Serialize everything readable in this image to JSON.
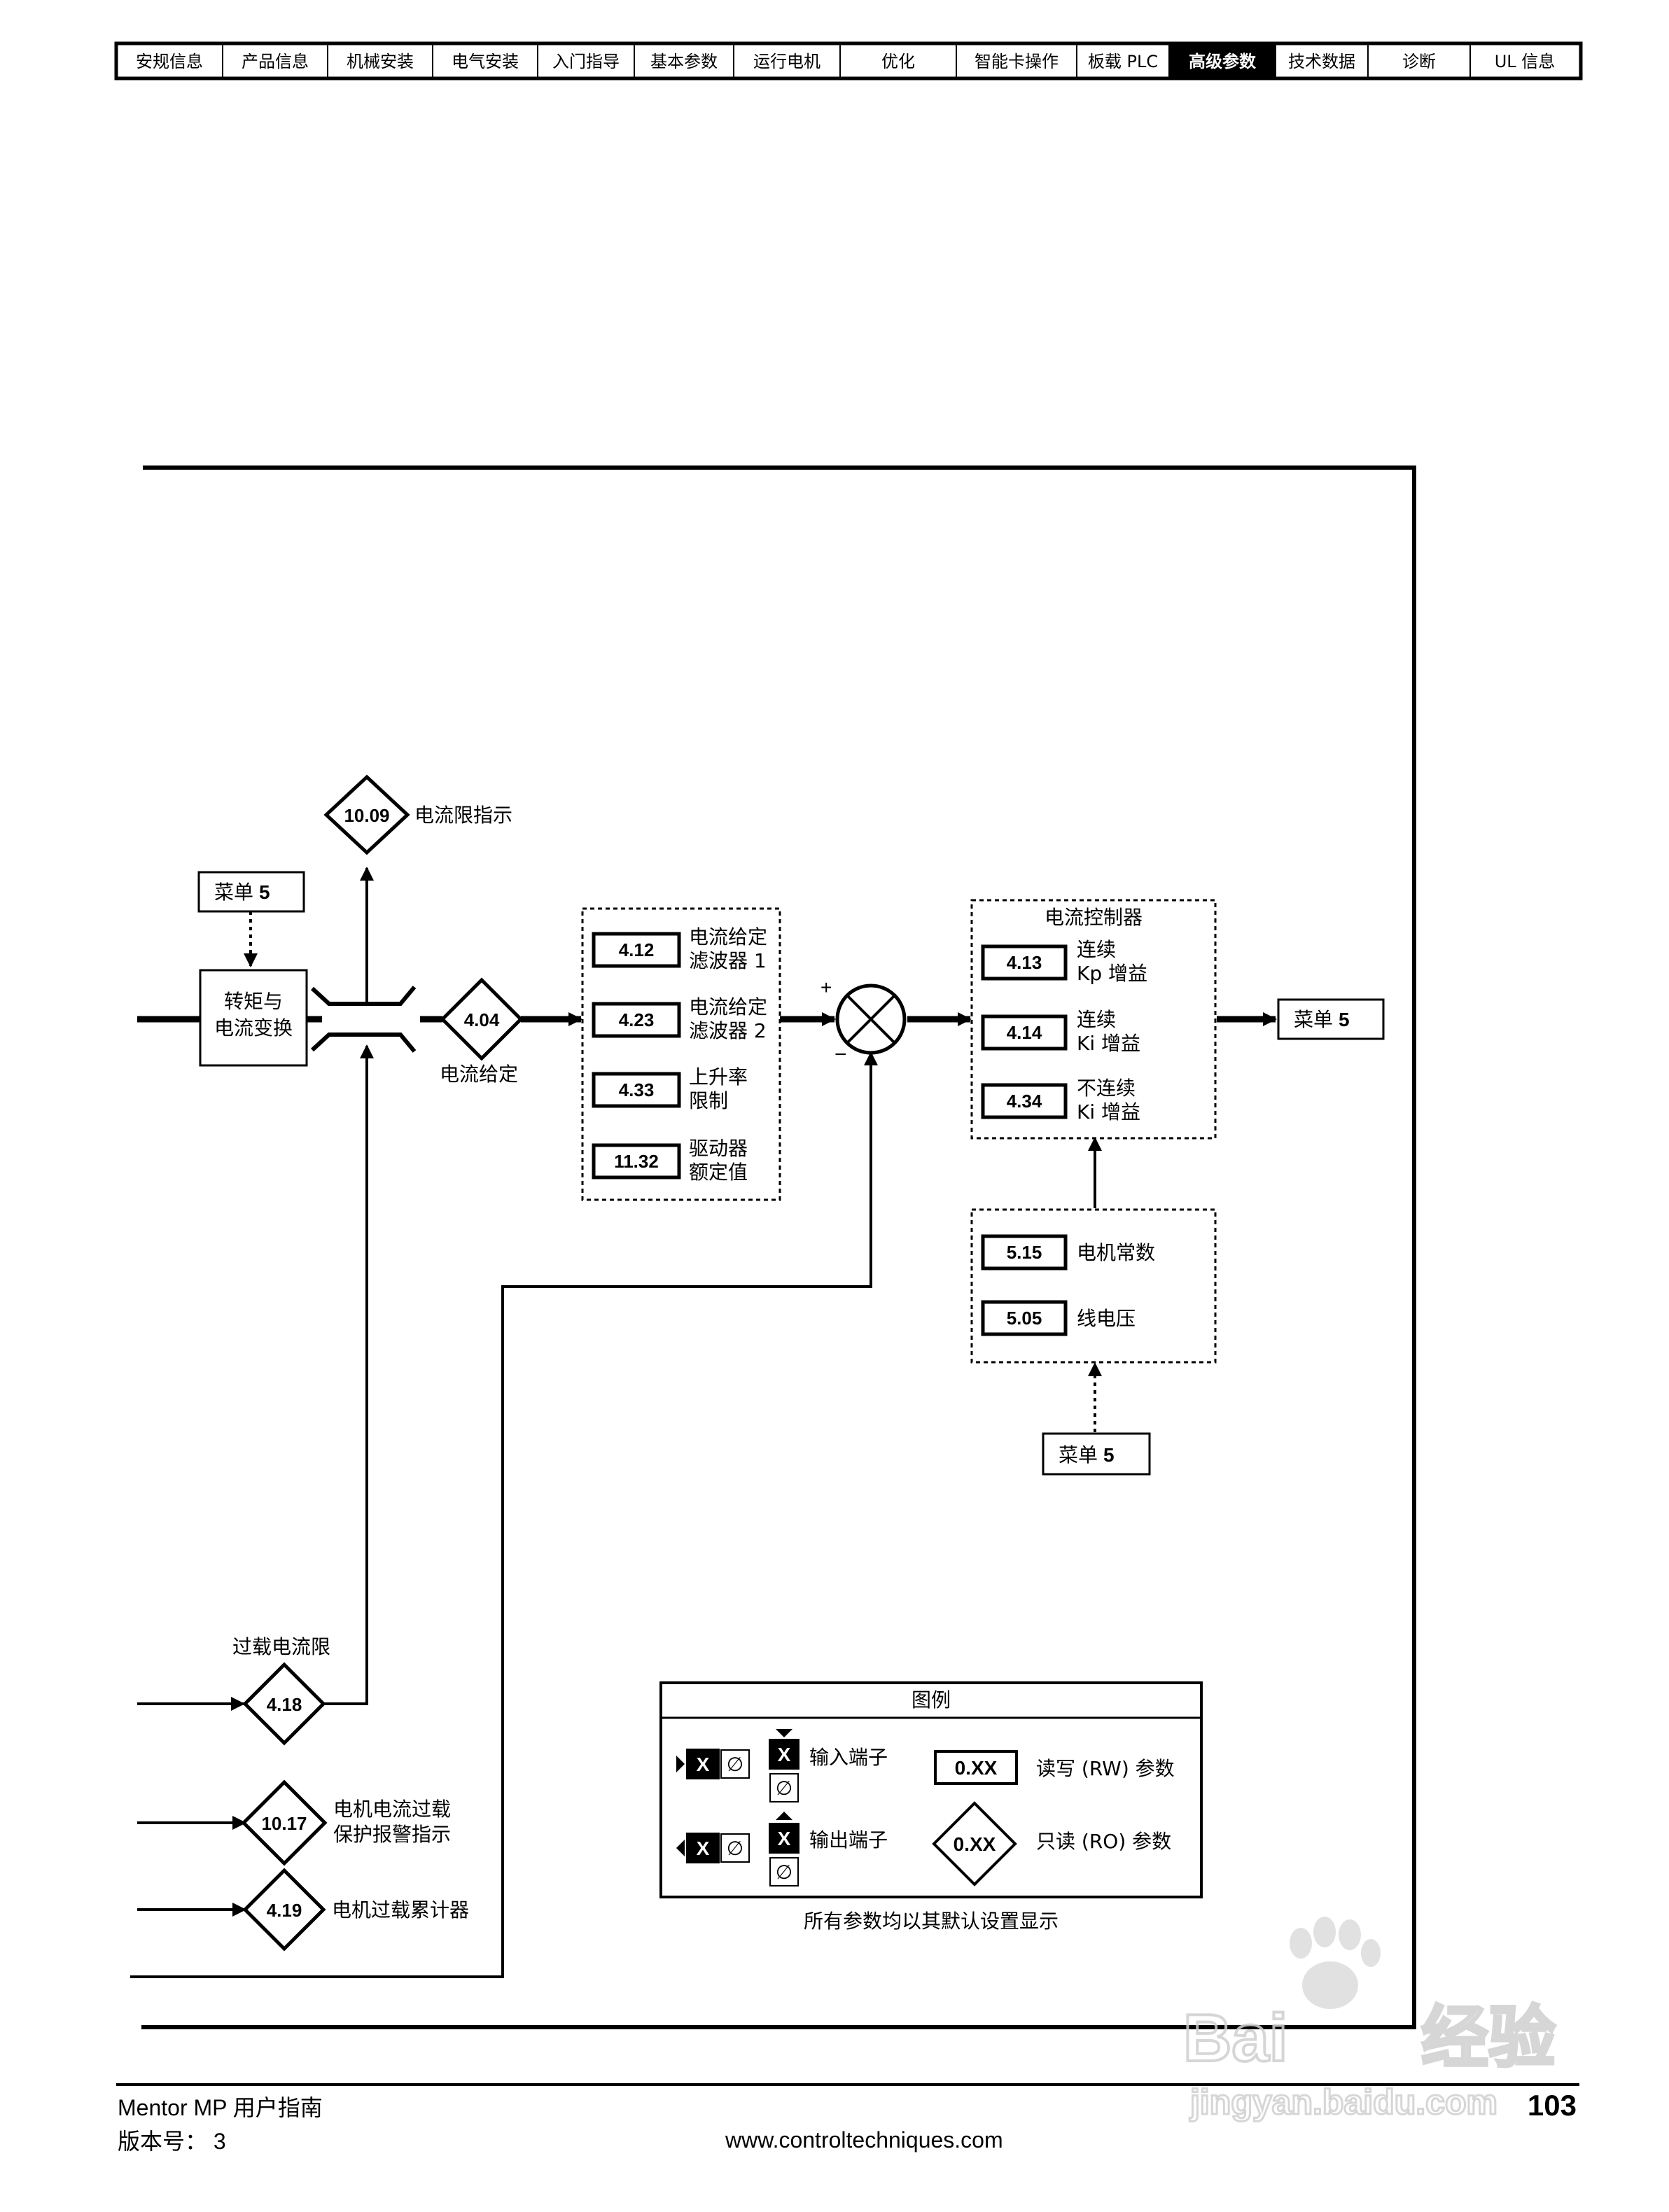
{
  "nav": {
    "tabs": [
      {
        "label": "安规信息",
        "active": false
      },
      {
        "label": "产品信息",
        "active": false
      },
      {
        "label": "机械安装",
        "active": false
      },
      {
        "label": "电气安装",
        "active": false
      },
      {
        "label": "入门指导",
        "active": false
      },
      {
        "label": "基本参数",
        "active": false
      },
      {
        "label": "运行电机",
        "active": false
      },
      {
        "label": "优化",
        "active": false
      },
      {
        "label": "智能卡操作",
        "active": false
      },
      {
        "label": "板载 PLC",
        "active": false
      },
      {
        "label": "高级参数",
        "active": true
      },
      {
        "label": "技术数据",
        "active": false
      },
      {
        "label": "诊断",
        "active": false
      },
      {
        "label": "UL 信息",
        "active": false
      }
    ]
  },
  "diagram": {
    "menu5_prefix": "菜单",
    "menu5_number": "5",
    "torque_box": {
      "line1": "转矩与",
      "line2": "电流变换"
    },
    "p1009": {
      "code": "10.09",
      "label": "电流限指示"
    },
    "p404": {
      "code": "4.04",
      "label": "电流给定"
    },
    "filter_group": [
      {
        "code": "4.12",
        "line1": "电流给定",
        "line2": "滤波器 1"
      },
      {
        "code": "4.23",
        "line1": "电流给定",
        "line2": "滤波器 2"
      },
      {
        "code": "4.33",
        "line1": "上升率",
        "line2": "限制"
      },
      {
        "code": "11.32",
        "line1": "驱动器",
        "line2": "额定值"
      }
    ],
    "plus": "+",
    "minus": "−",
    "controller": {
      "title": "电流控制器",
      "items": [
        {
          "code": "4.13",
          "line1": "连续",
          "line2": "Kp 增益"
        },
        {
          "code": "4.14",
          "line1": "连续",
          "line2": "Ki 增益"
        },
        {
          "code": "4.34",
          "line1": "不连续",
          "line2": "Ki 增益"
        }
      ]
    },
    "motor_group": [
      {
        "code": "5.15",
        "label": "电机常数"
      },
      {
        "code": "5.05",
        "label": "线电压"
      }
    ],
    "overload_label": "过载电流限",
    "p418": {
      "code": "4.18"
    },
    "p1017": {
      "code": "10.17",
      "line1": "电机电流过载",
      "line2": "保护报警指示"
    },
    "p419": {
      "code": "4.19",
      "label": "电机过载累计器"
    }
  },
  "legend": {
    "title": "图例",
    "terminal_x": "X",
    "terminal_null": "∅",
    "input_label": "输入端子",
    "output_label": "输出端子",
    "rw_code": "0.XX",
    "rw_label": "读写 (RW) 参数",
    "ro_code": "0.XX",
    "ro_label": "只读 (RO) 参数",
    "note": "所有参数均以其默认设置显示"
  },
  "footer": {
    "guide": "Mentor MP 用户指南",
    "version": "版本号： 3",
    "url": "www.controltechniques.com",
    "page_number": "103"
  },
  "watermark": {
    "brand_left": "Bai",
    "brand_right": "经验",
    "url": "jingyan.baidu.com"
  },
  "colors": {
    "ink": "#000000",
    "paper": "#ffffff",
    "watermark": "#d9d9d9"
  }
}
